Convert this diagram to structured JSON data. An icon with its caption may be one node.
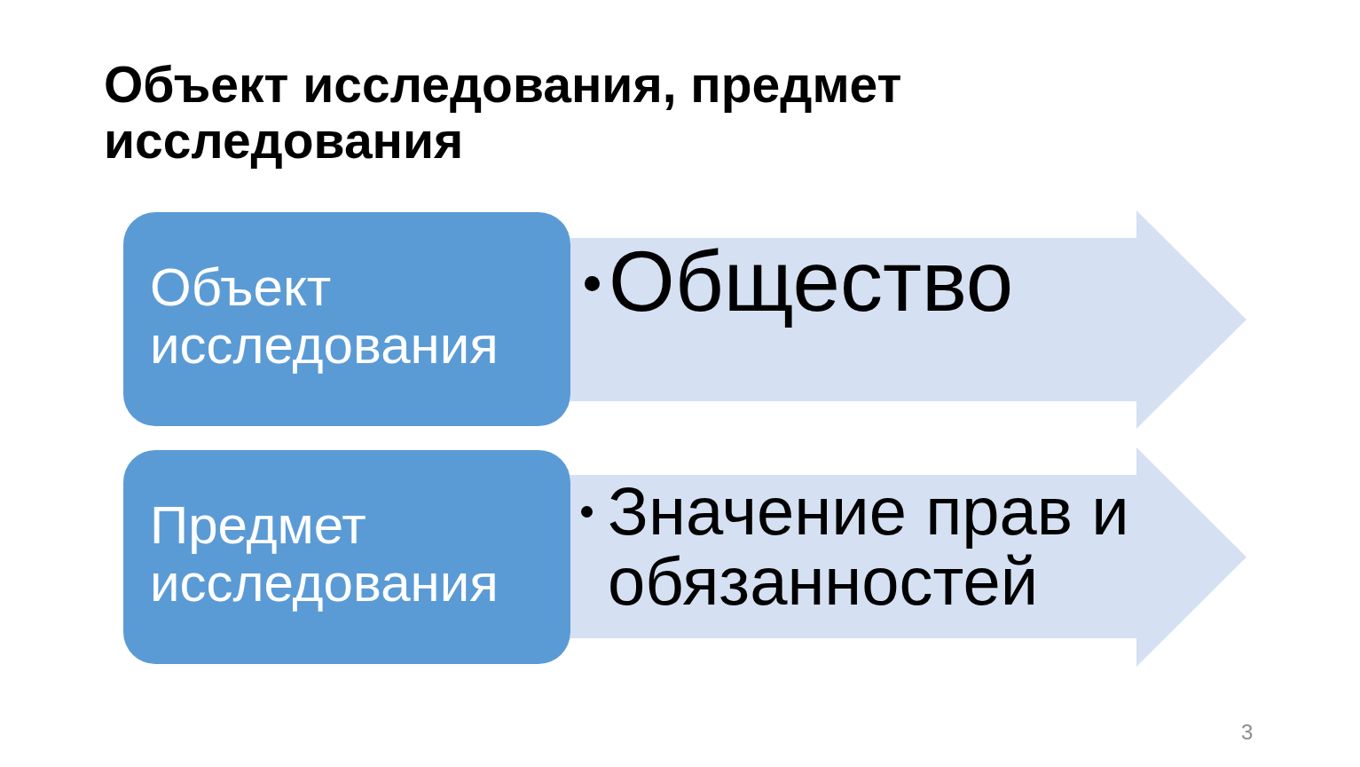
{
  "diagram": {
    "title": "Объект исследования, предмет исследования",
    "nodes": [
      {
        "text": [
          "Объект исследования"
        ]
      },
      {
        "text": [
          "Общество"
        ]
      },
      {
        "text": [
          "Предмет исследования"
        ]
      },
      {
        "text": [
          "Значение прав и обязанностей"
        ]
      }
    ],
    "labels": [
      "3"
    ]
  }
}
